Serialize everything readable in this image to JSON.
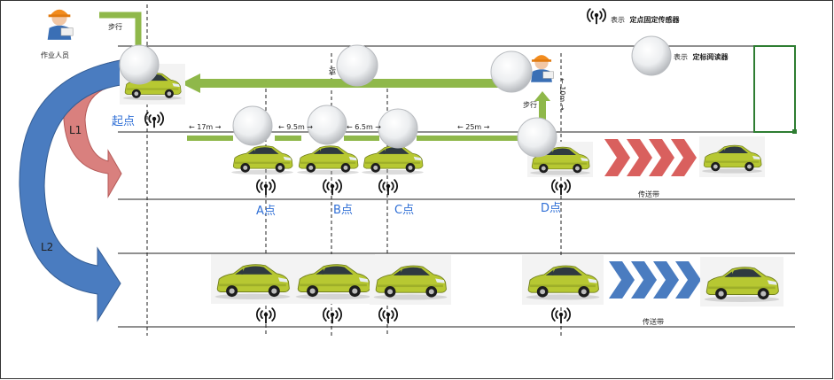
{
  "legend": {
    "fixed_sensor": {
      "prefix": "表示",
      "text": "定点固定传感器"
    },
    "tag_reader": {
      "prefix": "表示",
      "text": "定标阅读器"
    }
  },
  "worker": {
    "label": "作业人员",
    "walk_top": "步行",
    "walk_right": "步行"
  },
  "start_label": "起点",
  "arrow_labels": {
    "l1": "L1",
    "l2": "L2"
  },
  "top_belt_label": "运",
  "distances": {
    "d17": "← 17m →",
    "d95": "← 9.5m →",
    "d65": "← 6.5m →",
    "d25": "← 25m →",
    "d10": "← 10m →"
  },
  "points": {
    "a": "A点",
    "b": "B点",
    "c": "C点",
    "d": "D点"
  },
  "conveyor": {
    "row1": "传送带",
    "row2": "传送带"
  },
  "colors": {
    "green_arrow": "#8fb84a",
    "red_arrow": "#d9807e",
    "blue_arrow": "#4a7cc0",
    "red_chevron": "#d9605e",
    "blue_chevron": "#4a7cc0",
    "car_body": "#b7c832",
    "frame_green": "#2e7d32"
  }
}
